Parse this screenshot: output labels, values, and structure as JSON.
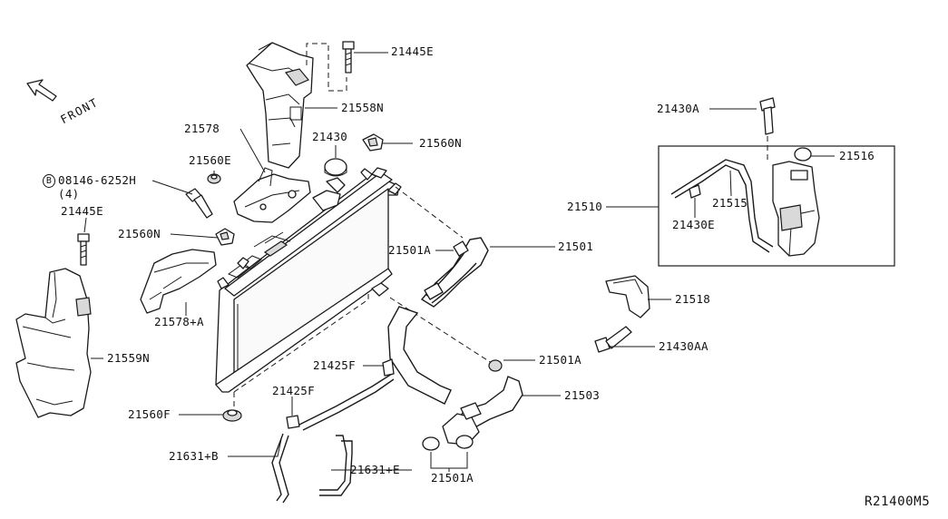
{
  "diagram": {
    "reference_code": "R21400M5",
    "front_label": "FRONT",
    "callouts": {
      "p21445E_top": "21445E",
      "p21558N": "21558N",
      "p21578": "21578",
      "p21430": "21430",
      "p21560N_top": "21560N",
      "p21560E": "21560E",
      "p08146_6252H": "08146-6252H",
      "p08146_qty": "(4)",
      "p08146_prefix": "B",
      "p21445E_left": "21445E",
      "p21560N_left": "21560N",
      "p21578A": "21578+A",
      "p21559N": "21559N",
      "p21560F": "21560F",
      "p21631B": "21631+B",
      "p21425F_upper": "21425F",
      "p21425F_lower": "21425F",
      "p21631E": "21631+E",
      "p21501A_upper": "21501A",
      "p21501": "21501",
      "p21501A_mid": "21501A",
      "p21503": "21503",
      "p21501A_lower": "21501A",
      "p21430A": "21430A",
      "p21516": "21516",
      "p21510": "21510",
      "p21515": "21515",
      "p21430E": "21430E",
      "p21518": "21518",
      "p21430AA": "21430AA"
    }
  }
}
